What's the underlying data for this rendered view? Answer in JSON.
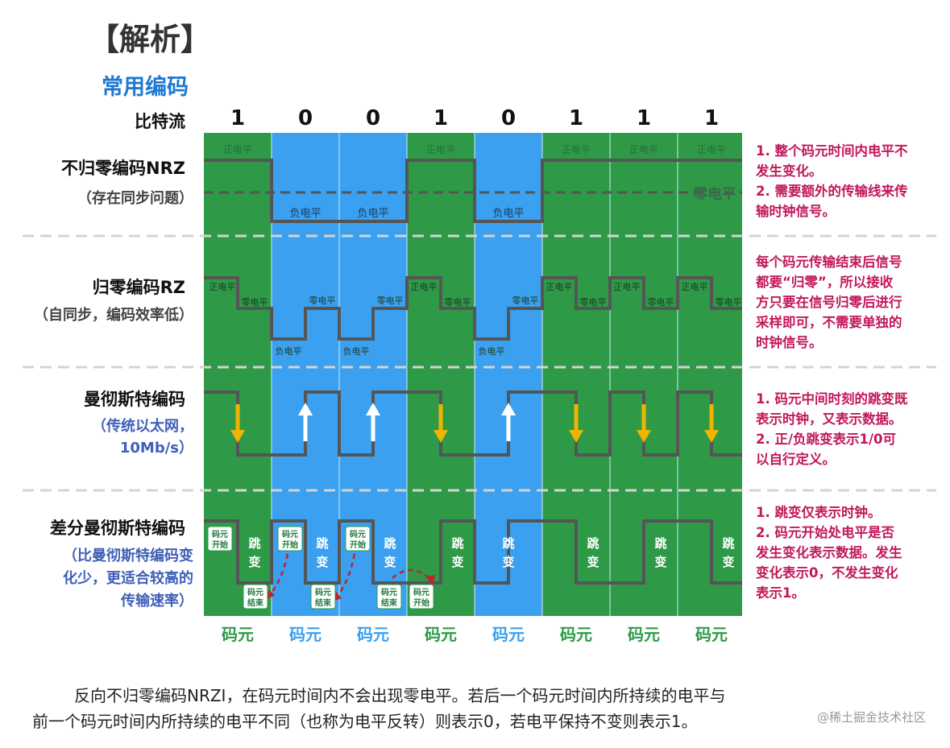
{
  "heading": "【解析】",
  "subheading": "常用编码",
  "bitstream_label": "比特流",
  "bits": [
    "1",
    "0",
    "0",
    "1",
    "0",
    "1",
    "1",
    "1"
  ],
  "rows": {
    "nrz": {
      "title": "不归零编码NRZ",
      "subtitle": "（存在同步问题）"
    },
    "rz": {
      "title": "归零编码RZ",
      "subtitle": "（自同步，编码效率低）"
    },
    "manchester": {
      "title": "曼彻斯特编码",
      "subtitle_lines": [
        "（传统以太网，",
        "10Mb/s）"
      ]
    },
    "diff_manchester": {
      "title": "差分曼彻斯特编码",
      "subtitle_lines": [
        "（比曼彻斯特编码变",
        "化少，更适合较高的",
        "传输速率）"
      ]
    }
  },
  "labels": {
    "positive": "正电平",
    "negative": "负电平",
    "zero": "零电平",
    "jump1": "跳",
    "jump2": "变",
    "symbol_start_1": "码元",
    "symbol_start_2": "开始",
    "symbol_end_1": "码元",
    "symbol_end_2": "结束"
  },
  "symbol_label": "码元",
  "notes": {
    "nrz": [
      "1. 整个码元时间内电平不",
      "发生变化。",
      "2. 需要额外的传输线来传",
      "输时钟信号。"
    ],
    "rz": [
      "每个码元传输结束后信号",
      "都要“归零”，所以接收",
      "方只要在信号归零后进行",
      "采样即可，不需要单独的",
      "时钟信号。"
    ],
    "manchester": [
      "1. 码元中间时刻的跳变既",
      "表示时钟，又表示数据。",
      "2. 正/负跳变表示1/0可",
      "以自行定义。"
    ],
    "diff_manchester": [
      "1. 跳变仅表示时钟。",
      "2. 码元开始处电平是否",
      "发生变化表示数据。发生",
      "变化表示0，不发生变化",
      "表示1。"
    ]
  },
  "bottom_text": [
    "反向不归零编码NRZI，在码元时间内不会出现零电平。若后一个码元时间内所持续的电平与",
    "前一个码元时间内所持续的电平不同（也称为电平反转）则表示0，若电平保持不变则表示1。"
  ],
  "watermark": "@稀土掘金技术社区",
  "colors": {
    "green": "#2e9a48",
    "blue": "#3aa0ef",
    "signal": "#555555",
    "note": "#c2185b",
    "arrow_down": "#f0b400",
    "arrow_up": "#ffffff"
  }
}
